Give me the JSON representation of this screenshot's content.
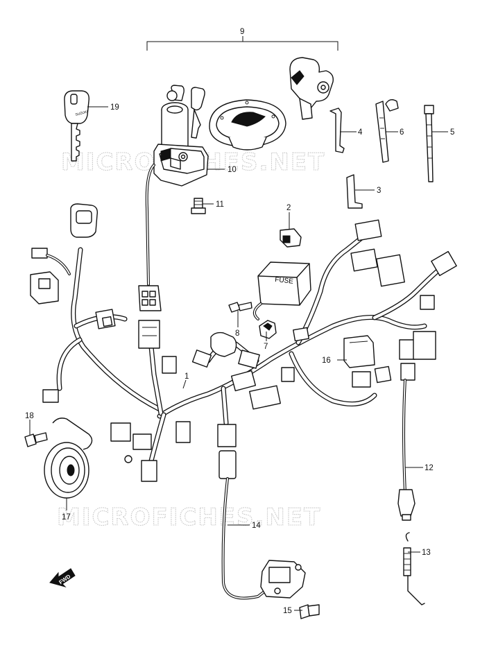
{
  "diagram": {
    "callouts": [
      {
        "id": "1",
        "label": "1"
      },
      {
        "id": "2",
        "label": "2"
      },
      {
        "id": "3",
        "label": "3"
      },
      {
        "id": "4",
        "label": "4"
      },
      {
        "id": "5",
        "label": "5"
      },
      {
        "id": "6",
        "label": "6"
      },
      {
        "id": "7",
        "label": "7"
      },
      {
        "id": "8",
        "label": "8"
      },
      {
        "id": "9",
        "label": "9"
      },
      {
        "id": "10",
        "label": "10"
      },
      {
        "id": "11",
        "label": "11"
      },
      {
        "id": "12",
        "label": "12"
      },
      {
        "id": "13",
        "label": "13"
      },
      {
        "id": "14",
        "label": "14"
      },
      {
        "id": "15",
        "label": "15"
      },
      {
        "id": "16",
        "label": "16"
      },
      {
        "id": "17",
        "label": "17"
      },
      {
        "id": "18",
        "label": "18"
      },
      {
        "id": "19",
        "label": "19"
      }
    ],
    "fuse_label": "FUSE",
    "key_brand": "SUZUKI",
    "direction_arrow_label": "FWD",
    "watermarks": [
      "MICROFICHES.NET",
      "MICROFICHES.NET"
    ]
  }
}
